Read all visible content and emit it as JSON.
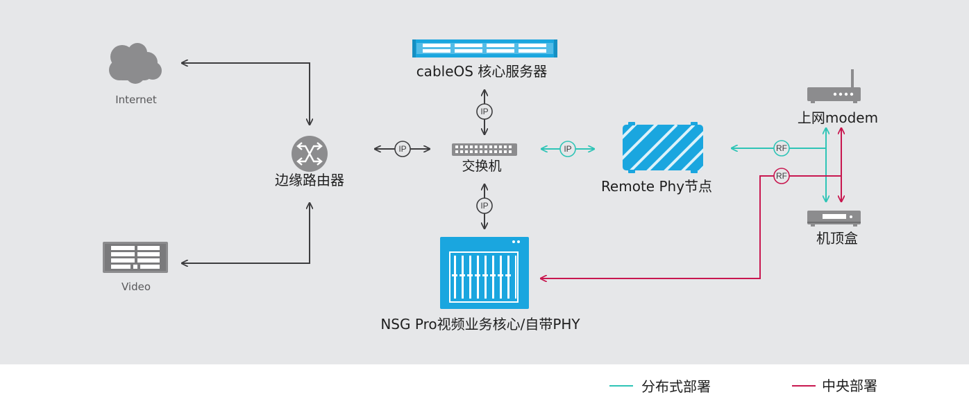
{
  "nodes": {
    "internet": {
      "label": "Internet",
      "icon": "cloud-icon"
    },
    "video": {
      "label": "Video",
      "icon": "video-rack-icon"
    },
    "edge_router": {
      "label": "边缘路由器",
      "icon": "router-icon"
    },
    "switch": {
      "label": "交换机",
      "icon": "switch-icon"
    },
    "cableos_server": {
      "label": "cableOS 核心服务器",
      "icon": "rack-server-icon"
    },
    "remote_phy_node": {
      "label": "Remote Phy节点",
      "icon": "remote-phy-node-icon"
    },
    "nsg_pro": {
      "label": "NSG Pro视频业务核心/自带PHY",
      "icon": "chassis-icon"
    },
    "modem": {
      "label": "上网modem",
      "icon": "modem-icon"
    },
    "set_top_box": {
      "label": "机顶盒",
      "icon": "set-top-box-icon"
    }
  },
  "link_badges": {
    "router_switch": "IP",
    "server_switch": "IP",
    "switch_nsg": "IP",
    "switch_rphy": "IP",
    "rphy_rf": "RF",
    "nsg_rf": "RF"
  },
  "legend": {
    "distributed": {
      "label": "分布式部署",
      "color": "#2ec4b6"
    },
    "central": {
      "label": "中央部署",
      "color": "#c8174f"
    }
  },
  "colors": {
    "background": "#e6e7e9",
    "device_gray": "#8c8c8e",
    "device_blue": "#1aa6df",
    "arrow": "#3c3c3e"
  }
}
